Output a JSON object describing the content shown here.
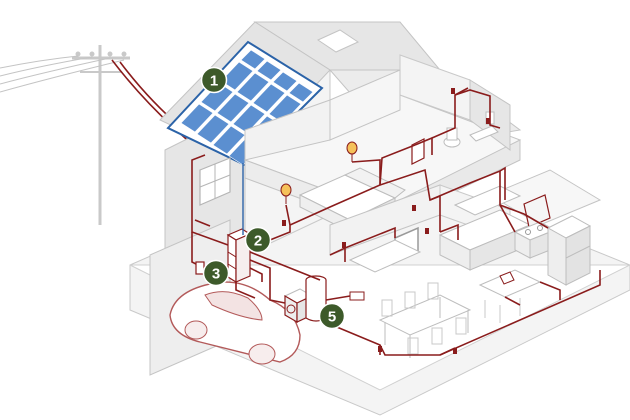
{
  "badges": [
    {
      "id": "1",
      "label": "1"
    },
    {
      "id": "2",
      "label": "2"
    },
    {
      "id": "3",
      "label": "3"
    },
    {
      "id": "5",
      "label": "5"
    }
  ],
  "colors": {
    "badge": "#3d5a2a",
    "wire": "#8a1c1c",
    "solar_panel": "#5b8fd0",
    "solar_frame": "#2b63a8",
    "outline": "#c4c4c4"
  }
}
